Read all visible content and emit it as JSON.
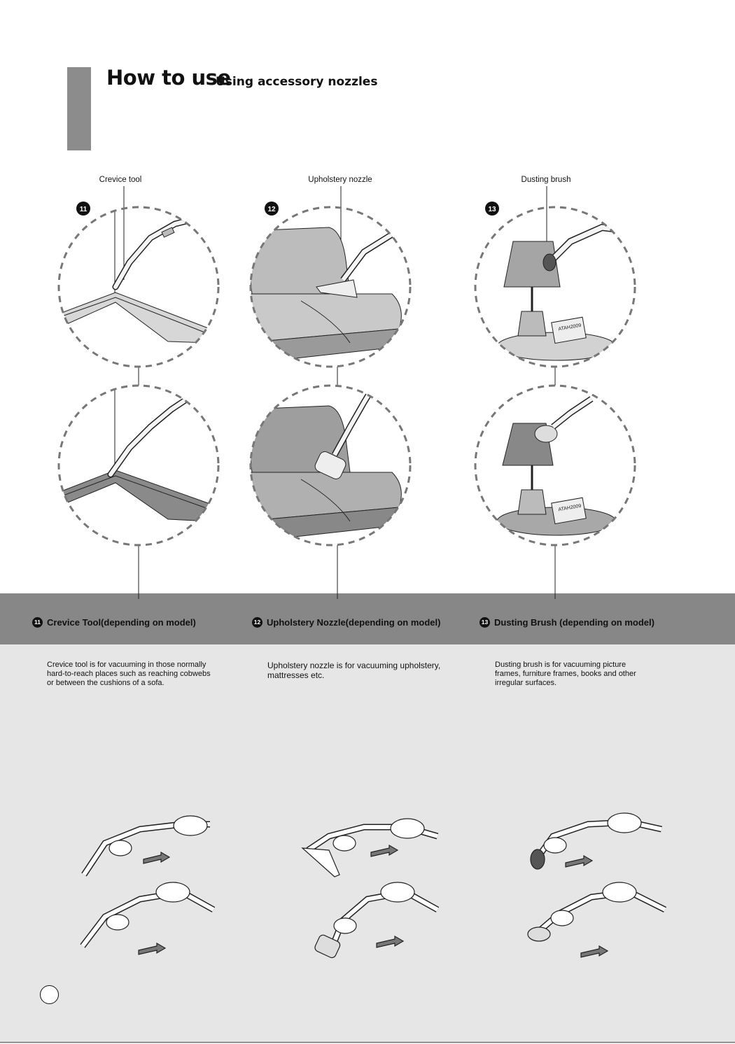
{
  "header": {
    "title": "How to use",
    "subtitle": "Using accessory nozzles"
  },
  "callouts": {
    "crevice": "Crevice tool",
    "upholstery": "Upholstery nozzle",
    "dusting": "Dusting brush"
  },
  "steps": [
    {
      "number": "11",
      "heading": "Crevice Tool(depending on model)",
      "body": "Crevice tool is for vacuuming in those normally hard-to-reach places such as reaching cobwebs or between the cushions of a sofa."
    },
    {
      "number": "12",
      "heading": "Upholstery Nozzle(depending on model)",
      "body": "Upholstery nozzle is for vacuuming upholstery, mattresses etc."
    },
    {
      "number": "13",
      "heading": "Dusting Brush (depending on model)",
      "body": "Dusting brush is for vacuuming picture frames, furniture frames, books and other irregular surfaces."
    }
  ],
  "labels_in_illustration": {
    "book_text": "ATAH2009"
  },
  "colors": {
    "band": "#878787",
    "panel": "#e6e6e6",
    "tab": "#8c8c8c"
  }
}
